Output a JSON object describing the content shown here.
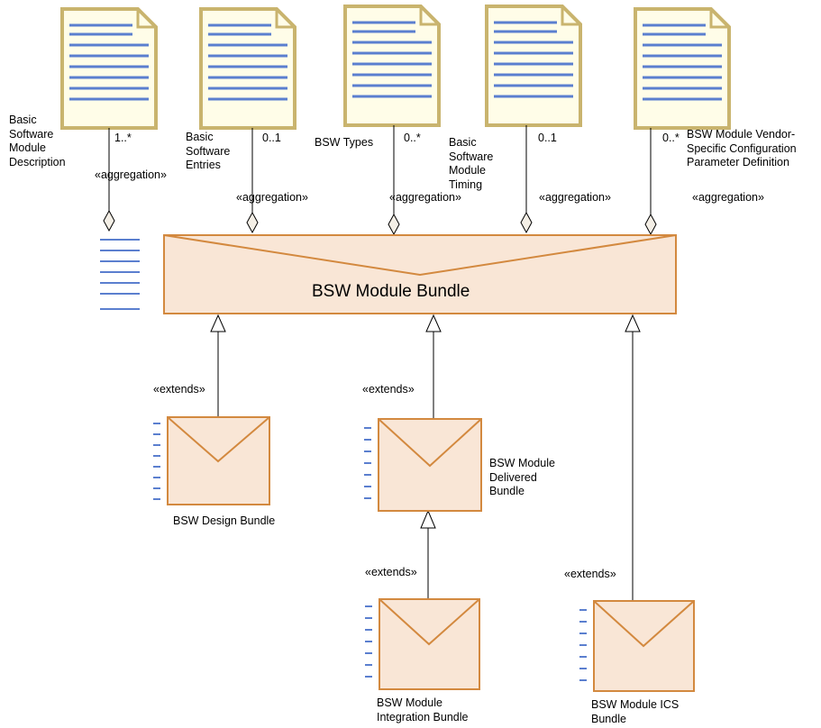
{
  "colors": {
    "document_fill": "#fffde8",
    "document_border": "#c9b46e",
    "document_lines": "#5b7fcf",
    "bundle_fill": "#f9e6d6",
    "bundle_border": "#d3893f",
    "connector": "#000000",
    "stack_lines": "#5b7fcf"
  },
  "icons": {
    "document": "document-icon",
    "envelope": "envelope-icon",
    "stack": "list-stack-icon"
  },
  "main_bundle": {
    "name": "BSW Module Bundle"
  },
  "artifacts": [
    {
      "name_lines": [
        "Basic",
        "Software",
        "Module",
        "Description"
      ],
      "multiplicity": "1..*",
      "stereotype": "«aggregation»"
    },
    {
      "name_lines": [
        "Basic",
        "Software",
        "Entries"
      ],
      "multiplicity": "0..1",
      "stereotype": "«aggregation»"
    },
    {
      "name_lines": [
        "BSW Types"
      ],
      "multiplicity": "0..*",
      "stereotype": "«aggregation»"
    },
    {
      "name_lines": [
        "Basic",
        "Software",
        "Module",
        "Timing"
      ],
      "multiplicity": "0..1",
      "stereotype": "«aggregation»"
    },
    {
      "name_lines": [
        "BSW Module Vendor-",
        "Specific Configuration",
        "Parameter Definition"
      ],
      "multiplicity": "0..*",
      "stereotype": "«aggregation»"
    }
  ],
  "sub_bundles": [
    {
      "name_lines": [
        "BSW Design Bundle"
      ],
      "stereotype": "«extends»"
    },
    {
      "name_lines": [
        "BSW Module",
        "Delivered",
        "Bundle"
      ],
      "stereotype": "«extends»"
    },
    {
      "name_lines": [
        "BSW Module",
        "Integration Bundle"
      ],
      "stereotype": "«extends»"
    },
    {
      "name_lines": [
        "BSW Module ICS",
        "Bundle"
      ],
      "stereotype": "«extends»"
    }
  ]
}
